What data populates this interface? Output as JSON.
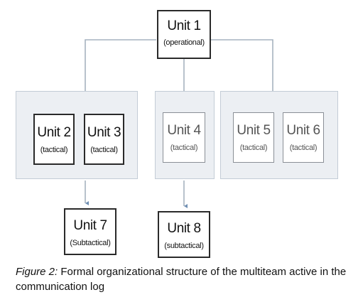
{
  "units": [
    {
      "id": "u1",
      "name": "Unit 1",
      "role": "(operational)"
    },
    {
      "id": "u2",
      "name": "Unit 2",
      "role": "(tactical)"
    },
    {
      "id": "u3",
      "name": "Unit 3",
      "role": "(tactical)"
    },
    {
      "id": "u4",
      "name": "Unit 4",
      "role": "(tactical)"
    },
    {
      "id": "u5",
      "name": "Unit 5",
      "role": "(tactical)"
    },
    {
      "id": "u6",
      "name": "Unit 6",
      "role": "(tactical)"
    },
    {
      "id": "u7",
      "name": "Unit 7",
      "role": "(Subtactical)"
    },
    {
      "id": "u8",
      "name": "Unit 8",
      "role": "(subtactical)"
    }
  ],
  "caption": {
    "label": "Figure 2:",
    "text": " Formal organizational structure of the multiteam active in the communication log"
  },
  "colors": {
    "connector": "#a6b2c0",
    "arrowhead": "#6f8fb3",
    "group_fill": "#eceff3"
  }
}
